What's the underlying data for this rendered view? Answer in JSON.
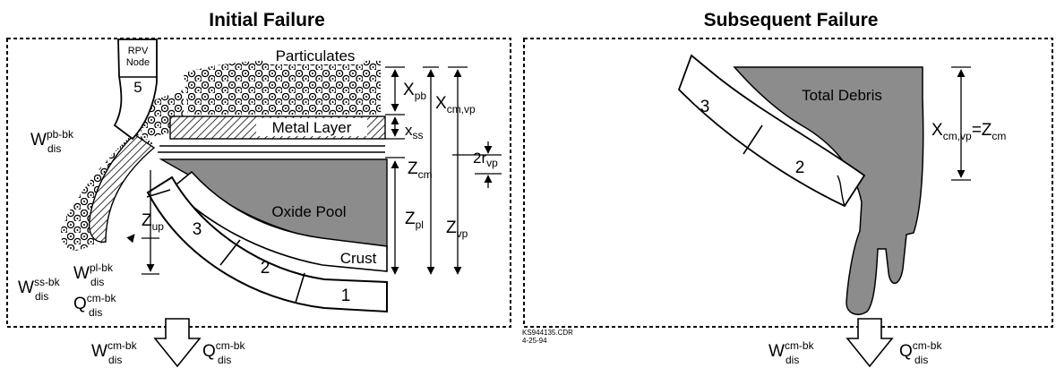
{
  "colors": {
    "debris_fill": "#8c8c8c",
    "background": "#ffffff",
    "ink": "#000000"
  },
  "initial": {
    "title": "Initial Failure",
    "rpv_line1": "RPV",
    "rpv_line2": "Node",
    "node_5": "5",
    "particulates": "Particulates",
    "metal_layer": "Metal Layer",
    "oxide_pool": "Oxide Pool",
    "crust": "Crust",
    "node_1": "1",
    "node_2": "2",
    "node_3": "3",
    "x_pb_main": "X",
    "x_pb_sub": "pb",
    "x_cmvp_main": "X",
    "x_cmvp_sub": "cm,vp",
    "x_ss_main": "x",
    "x_ss_sub": "ss",
    "r_vp_main": "2r",
    "r_vp_sub": "vp",
    "z_cm_main": "Z",
    "z_cm_sub": "cm",
    "z_pl_main": "Z",
    "z_pl_sub": "pl",
    "z_vp_main": "Z",
    "z_vp_sub": "vp",
    "z_up_main": "Z",
    "z_up_sub": "up",
    "w_pb_main": "W",
    "w_pb_sup": "pb-bk",
    "w_pb_sub": "dis",
    "w_ss_main": "W",
    "w_ss_sup": "ss-bk",
    "w_ss_sub": "dis",
    "w_pl_main": "W",
    "w_pl_sup": "pl-bk",
    "w_pl_sub": "dis",
    "q_cm_main": "Q",
    "q_cm_sup": "cm-bk",
    "q_cm_sub": "dis",
    "out_w_main": "W",
    "out_w_sup": "cm-bk",
    "out_w_sub": "dis",
    "out_q_main": "Q",
    "out_q_sup": "cm-bk",
    "out_q_sub": "dis"
  },
  "subsequent": {
    "title": "Subsequent Failure",
    "total_debris": "Total Debris",
    "node_2": "2",
    "node_3": "3",
    "x_eq_main": "X",
    "x_eq_sub": "cm,vp",
    "x_eq_mid": "=Z",
    "x_eq_sub2": "cm",
    "out_w_main": "W",
    "out_w_sup": "cm-bk",
    "out_w_sub": "dis",
    "out_q_main": "Q",
    "out_q_sup": "cm-bk",
    "out_q_sub": "dis"
  },
  "footer": {
    "code": "KS944135.CDR",
    "date": "4-25-94"
  }
}
